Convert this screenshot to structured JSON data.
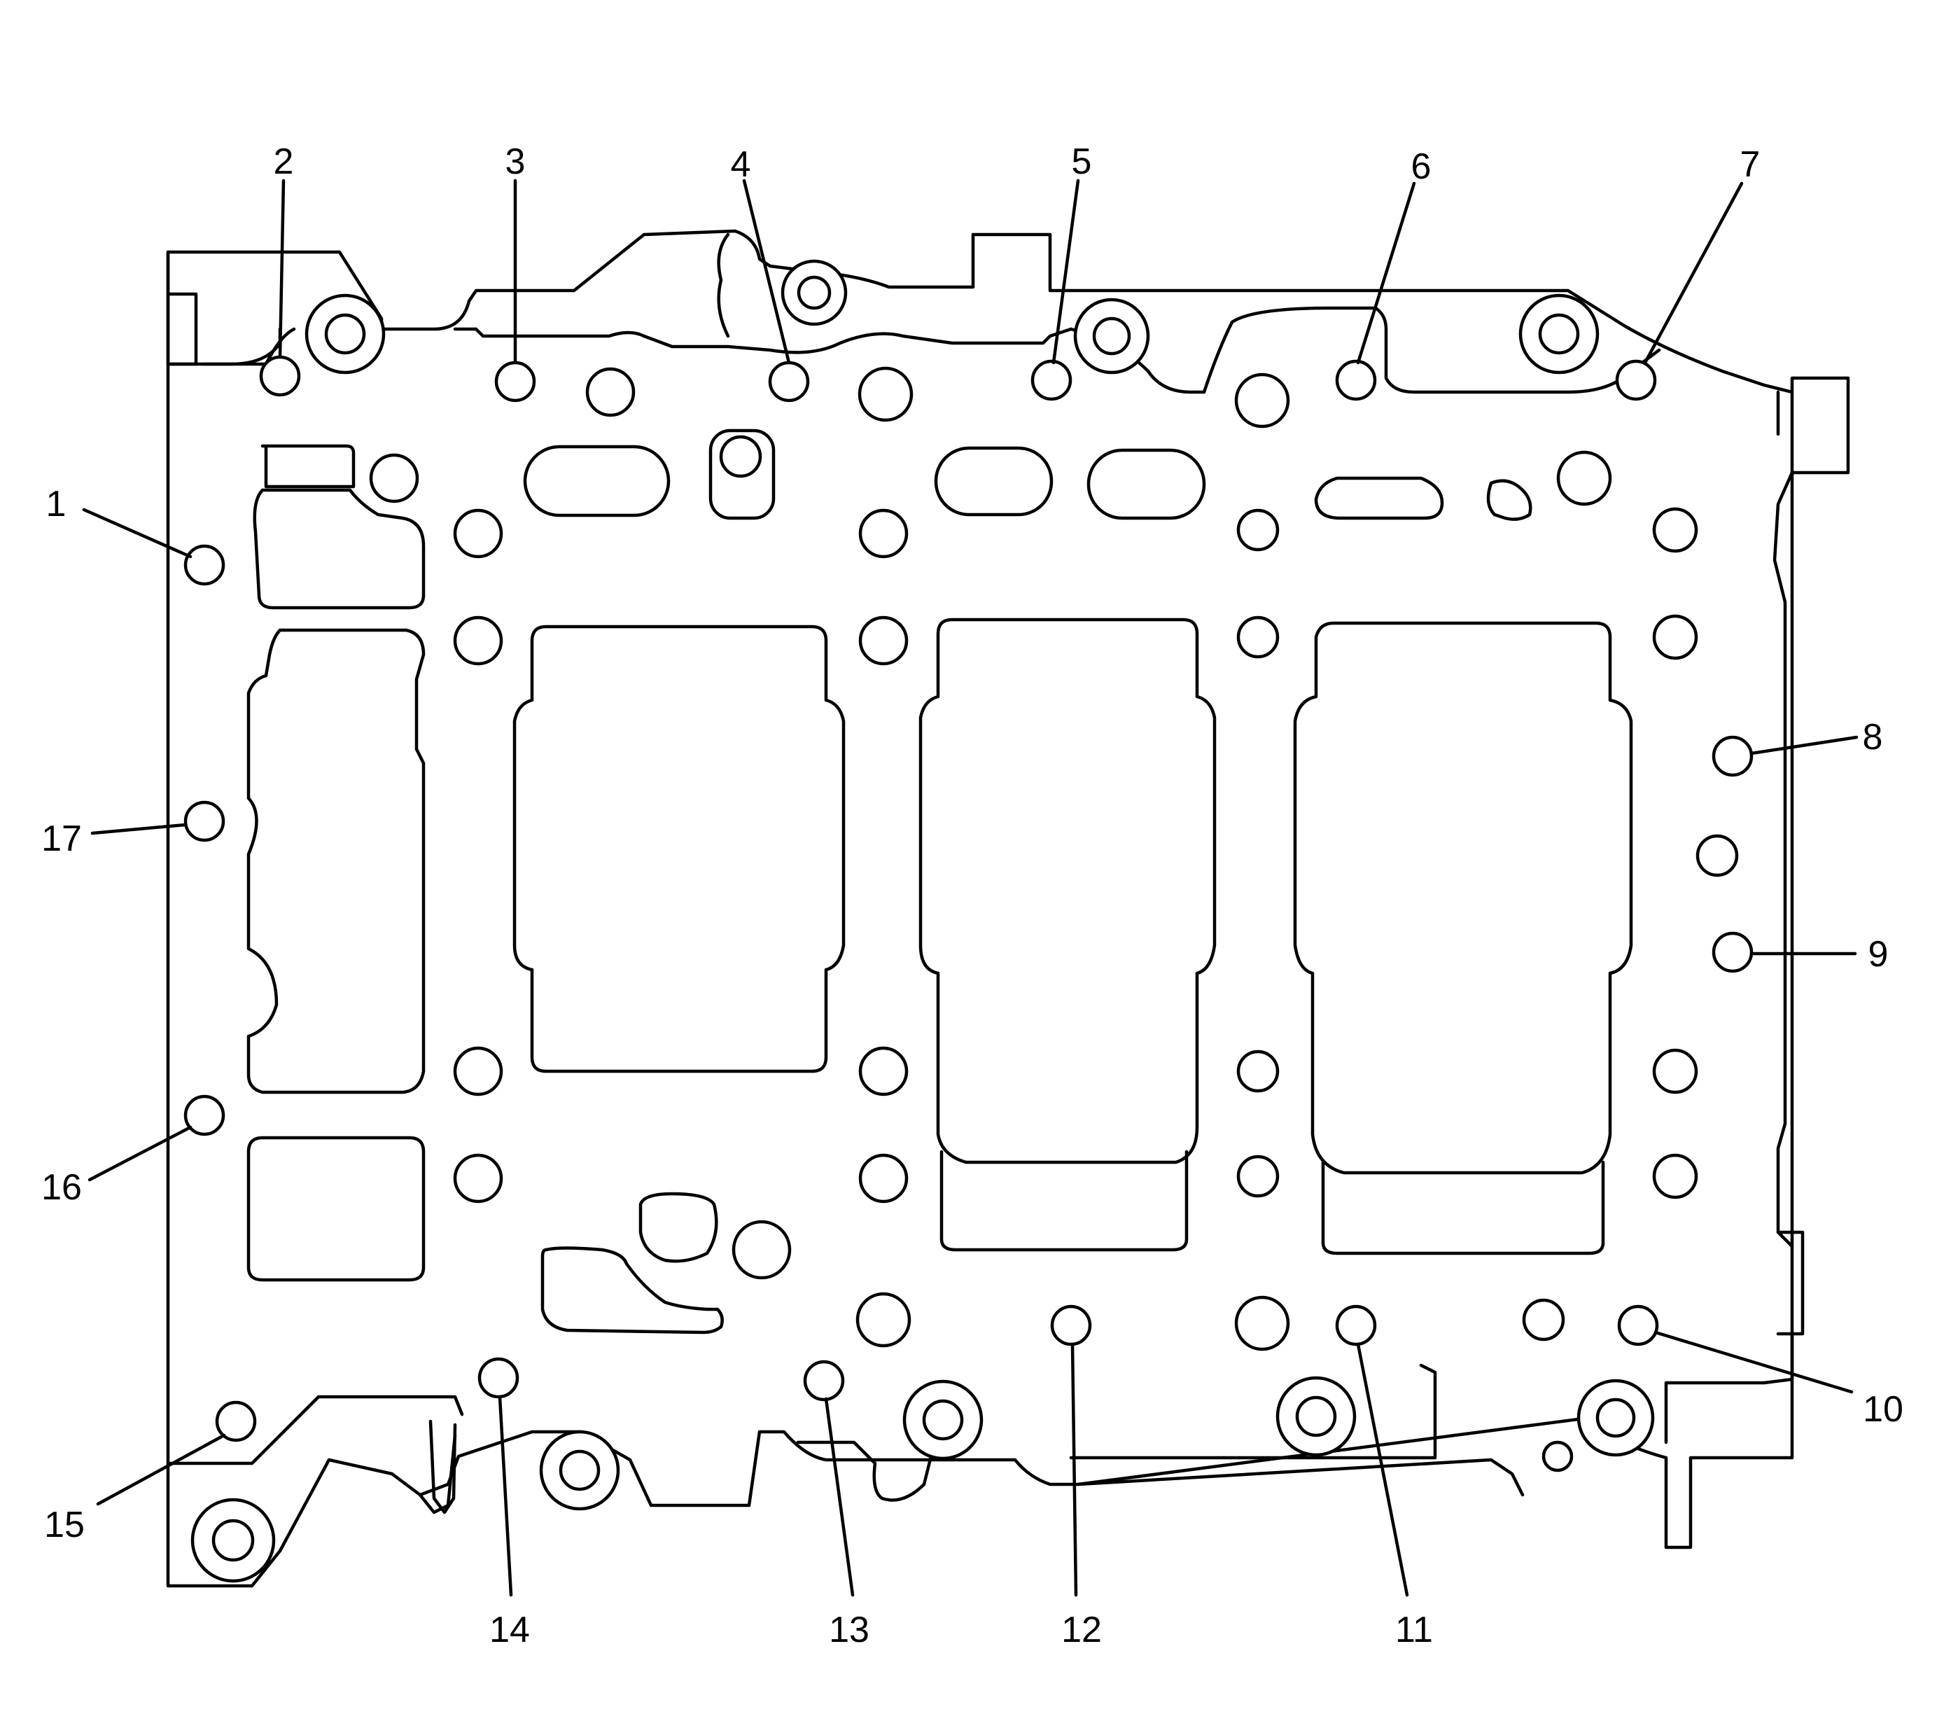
{
  "diagram": {
    "colors": {
      "line": "#000000",
      "background": "#ffffff"
    },
    "callouts": [
      {
        "id": "1",
        "label": "1"
      },
      {
        "id": "2",
        "label": "2"
      },
      {
        "id": "3",
        "label": "3"
      },
      {
        "id": "4",
        "label": "4"
      },
      {
        "id": "5",
        "label": "5"
      },
      {
        "id": "6",
        "label": "6"
      },
      {
        "id": "7",
        "label": "7"
      },
      {
        "id": "8",
        "label": "8"
      },
      {
        "id": "9",
        "label": "9"
      },
      {
        "id": "10",
        "label": "10"
      },
      {
        "id": "11",
        "label": "11"
      },
      {
        "id": "12",
        "label": "12"
      },
      {
        "id": "13",
        "label": "13"
      },
      {
        "id": "14",
        "label": "14"
      },
      {
        "id": "15",
        "label": "15"
      },
      {
        "id": "16",
        "label": "16"
      },
      {
        "id": "17",
        "label": "17"
      }
    ]
  }
}
